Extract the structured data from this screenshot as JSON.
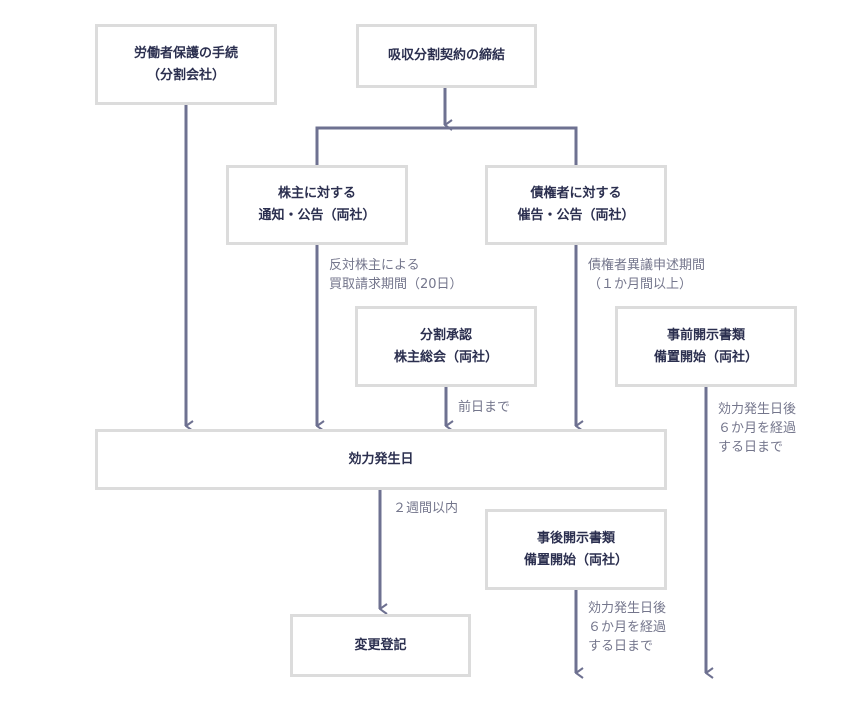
{
  "colors": {
    "connector": "#6e7191",
    "box_border": "#dcdcdc",
    "box_text": "#2b2f4f",
    "note_text": "#74768c"
  },
  "nodes": {
    "labor": {
      "line1": "労働者保護の手続",
      "line2": "（分割会社）"
    },
    "contract": {
      "line1": "吸収分割契約の締結"
    },
    "shareholder_notice": {
      "line1": "株主に対する",
      "line2": "通知・公告（両社）"
    },
    "creditor_notice": {
      "line1": "債権者に対する",
      "line2": "催告・公告（両社）"
    },
    "approval": {
      "line1": "分割承認",
      "line2": "株主総会（両社）"
    },
    "pre_disclosure": {
      "line1": "事前開示書類",
      "line2": "備置開始（両社）"
    },
    "effective_date": {
      "line1": "効力発生日"
    },
    "post_disclosure": {
      "line1": "事後開示書類",
      "line2": "備置開始（両社）"
    },
    "registration": {
      "line1": "変更登記"
    }
  },
  "notes": {
    "appraisal": {
      "line1": "反対株主による",
      "line2": "買取請求期間（20日）"
    },
    "objection": {
      "line1": "債権者異議申述期間",
      "line2": "（１か月間以上）"
    },
    "before_day": {
      "line1": "前日まで"
    },
    "pre_keep": {
      "line1": "効力発生日後",
      "line2": "６か月を経過",
      "line3": "する日まで"
    },
    "within_two_weeks": {
      "line1": "２週間以内"
    },
    "post_keep": {
      "line1": "効力発生日後",
      "line2": "６か月を経過",
      "line3": "する日まで"
    }
  }
}
